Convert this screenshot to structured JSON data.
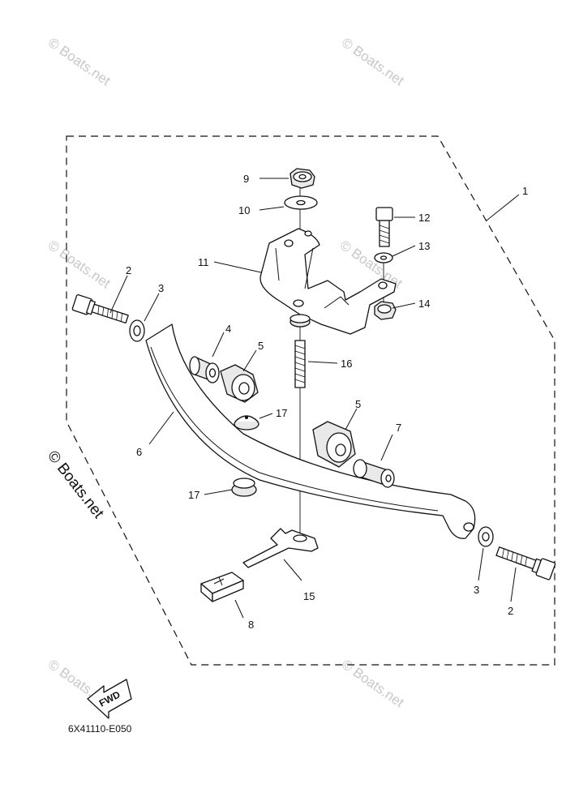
{
  "diagram": {
    "code": "6X41110-E050",
    "fwd_label": "FWD",
    "watermark": "© Boats.net",
    "callouts": [
      "1",
      "2",
      "3",
      "4",
      "5",
      "6",
      "7",
      "8",
      "9",
      "10",
      "11",
      "12",
      "13",
      "14",
      "15",
      "16",
      "17"
    ]
  }
}
